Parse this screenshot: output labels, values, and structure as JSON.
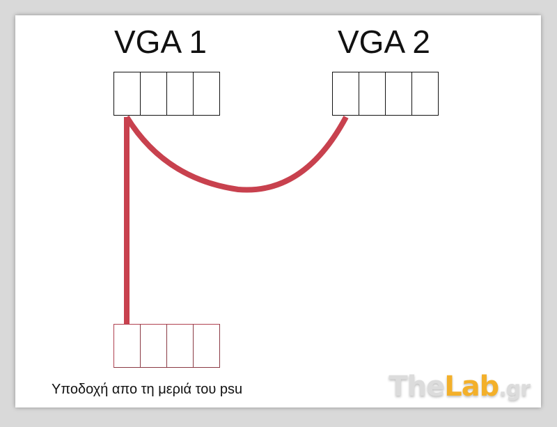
{
  "diagram": {
    "vga1_label": "VGA 1",
    "vga2_label": "VGA 2",
    "psu_label": "Υποδοχή απο τη μεριά του psu",
    "cable_color": "#c8414e",
    "connector_pins": 4
  },
  "watermark": {
    "part1": "The",
    "part2": "Lab",
    "part3": ".gr",
    "accent_color": "#f3b02a"
  }
}
